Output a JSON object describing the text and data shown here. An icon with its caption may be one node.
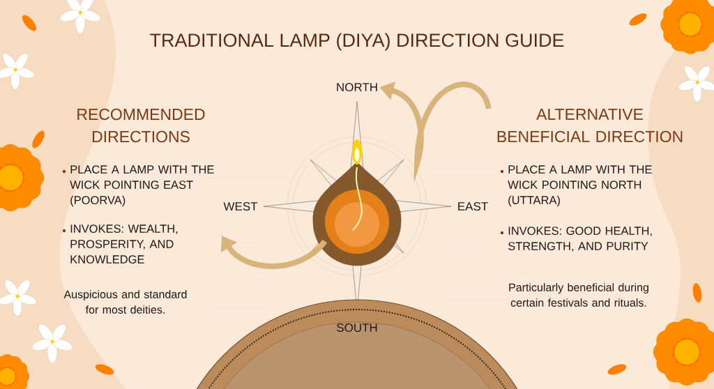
{
  "diagram": {
    "title": "TRADITIONAL LAMP (DIYA) DIRECTION GUIDE",
    "nodes": [
      {
        "text": [
          "NORTH"
        ]
      },
      {
        "text": [
          "WEST"
        ]
      },
      {
        "text": [
          "EAST"
        ]
      },
      {
        "text": [
          "SOUTH"
        ]
      },
      {
        "text": [],
        "shape": "picture"
      },
      {
        "text": [
          "ALTERNATIVE BENEFICIAL DIRECTION"
        ]
      }
    ],
    "edges": [
      {
        "from": 4,
        "to": null,
        "arrow": "to"
      },
      {
        "from": 5,
        "to": 0,
        "arrow": "to"
      }
    ],
    "labels": [
      "RECOMMENDED DIRECTIONS",
      "PLACE A LAMP WITH THE WICK POINTING EAST (POORVA)",
      "INVOKES: WEALTH, PROSPERITY, AND KNOWLEDGE",
      "Auspicious and standard for most deities.",
      "PLACE A LAMP WITH THE WICK POINTING NORTH (UTTARA)",
      "INVOKES: GOOD HEALTH, STRENGTH, AND PURITY",
      "Particularly beneficial during certain festivals and rituals."
    ]
  }
}
